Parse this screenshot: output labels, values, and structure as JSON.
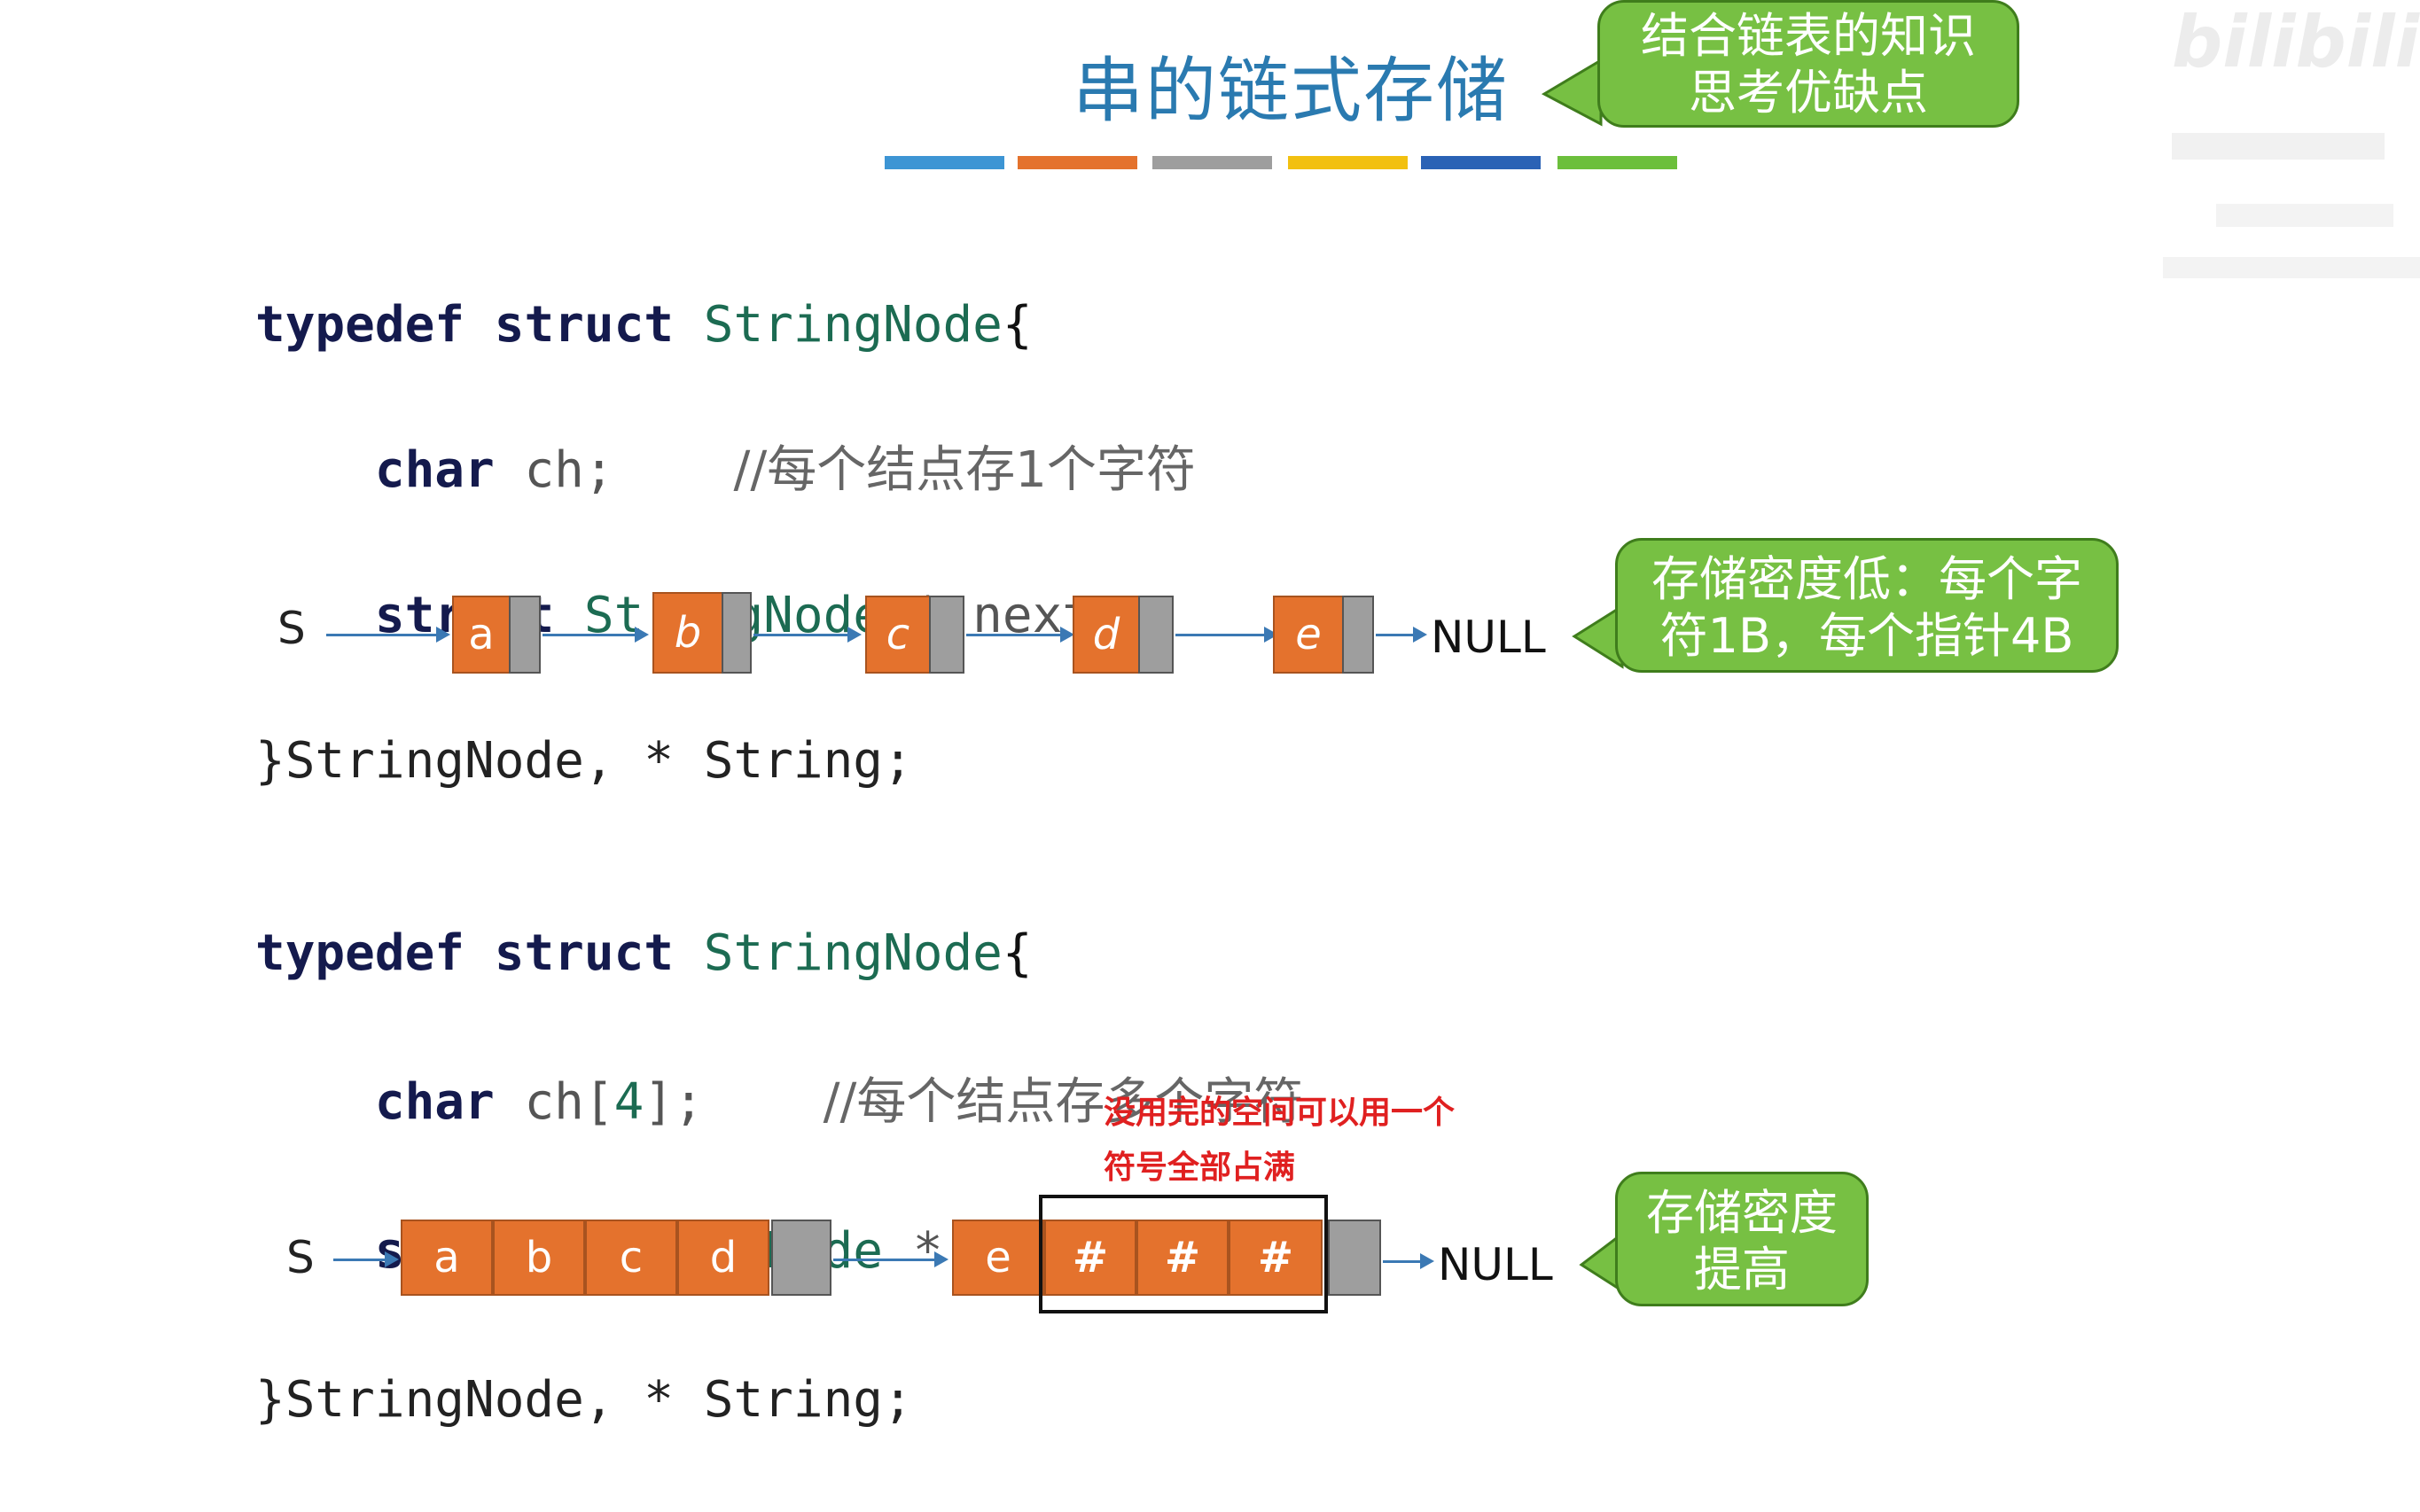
{
  "title": "串的链式存储",
  "callouts": {
    "think": "结合链表的知识\n思考优缺点",
    "low_density": "存储密度低：每个字\n符1B，每个指针4B",
    "high_density": "存储密度\n提高",
    "padding_note": "没用完的空间可以用一个\n符号全部占满"
  },
  "stripe_colors": [
    "#3d95d4",
    "#e4722d",
    "#9e9e9e",
    "#f2c010",
    "#2a62b5",
    "#6cbf3c"
  ],
  "code1": {
    "kw_typedef": "typedef",
    "kw_struct": "struct",
    "type_name": "StringNode",
    "open_brace": "{",
    "kw_char": "char",
    "member_ch": "ch;",
    "comment1": "//每个结点存1个字符",
    "next_member": "* next;",
    "close": "}StringNode, * String;"
  },
  "code2": {
    "kw_typedef": "typedef",
    "kw_struct": "struct",
    "type_name": "StringNode",
    "open_brace": "{",
    "kw_char": "char",
    "member_ch_prefix": "ch[",
    "member_ch_num": "4",
    "member_ch_suffix": "];",
    "comment2": "//每个结点存多个字符",
    "next_member": "* next;",
    "close": "}StringNode, * String;"
  },
  "diagram1": {
    "head_label": "S",
    "nodes": [
      "a",
      "b",
      "c",
      "d",
      "e"
    ],
    "null_label": "NULL"
  },
  "diagram2": {
    "head_label": "S",
    "node1_chars": [
      "a",
      "b",
      "c",
      "d"
    ],
    "node2_chars": [
      "e",
      "#",
      "#",
      "#"
    ],
    "null_label": "NULL"
  }
}
